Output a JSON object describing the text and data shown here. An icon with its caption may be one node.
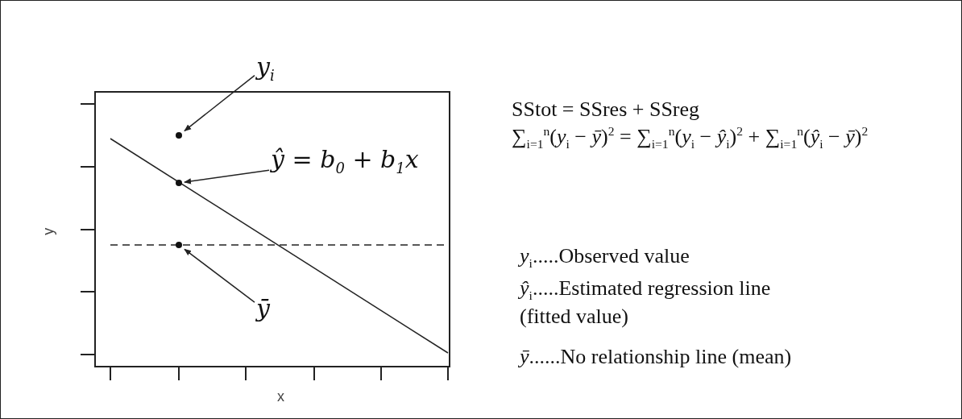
{
  "diagram": {
    "nodes": [
      {
        "text": [
          "*y*$_{i}$"
        ]
      },
      {
        "text": [
          "*ŷ* = *b*$_{0}$ + *b*$_{1}$*x*"
        ]
      },
      {
        "text": [
          "*ȳ*"
        ]
      },
      {
        "text": [],
        "shape": "circle"
      },
      {
        "text": [],
        "shape": "circle"
      },
      {
        "text": [],
        "shape": "circle"
      }
    ],
    "edges": [
      {
        "from": 0,
        "to": 3,
        "arrow": "to"
      },
      {
        "from": 1,
        "to": 4,
        "arrow": "to"
      },
      {
        "from": 2,
        "to": 5,
        "arrow": "to"
      }
    ],
    "labels": [
      "y",
      "x",
      "SStot = SSres + SSreg",
      "∑$_{i=1}$$^{n}$(*y*$_{i}$ − *ȳ*)$^{2}$ = ∑$_{i=1}$$^{n}$(*y*$_{i}$ − *ŷ*$_{i}$)$^{2}$ + ∑$_{i=1}$$^{n}$(*ŷ*$_{i}$ − *ȳ*)$^{2}$",
      "*y*$_{i}$.....Observed value",
      "*ŷ*$_{i}$.....Estimated regression line (fitted value)",
      "*ȳ*......No relationship line (mean)"
    ]
  }
}
